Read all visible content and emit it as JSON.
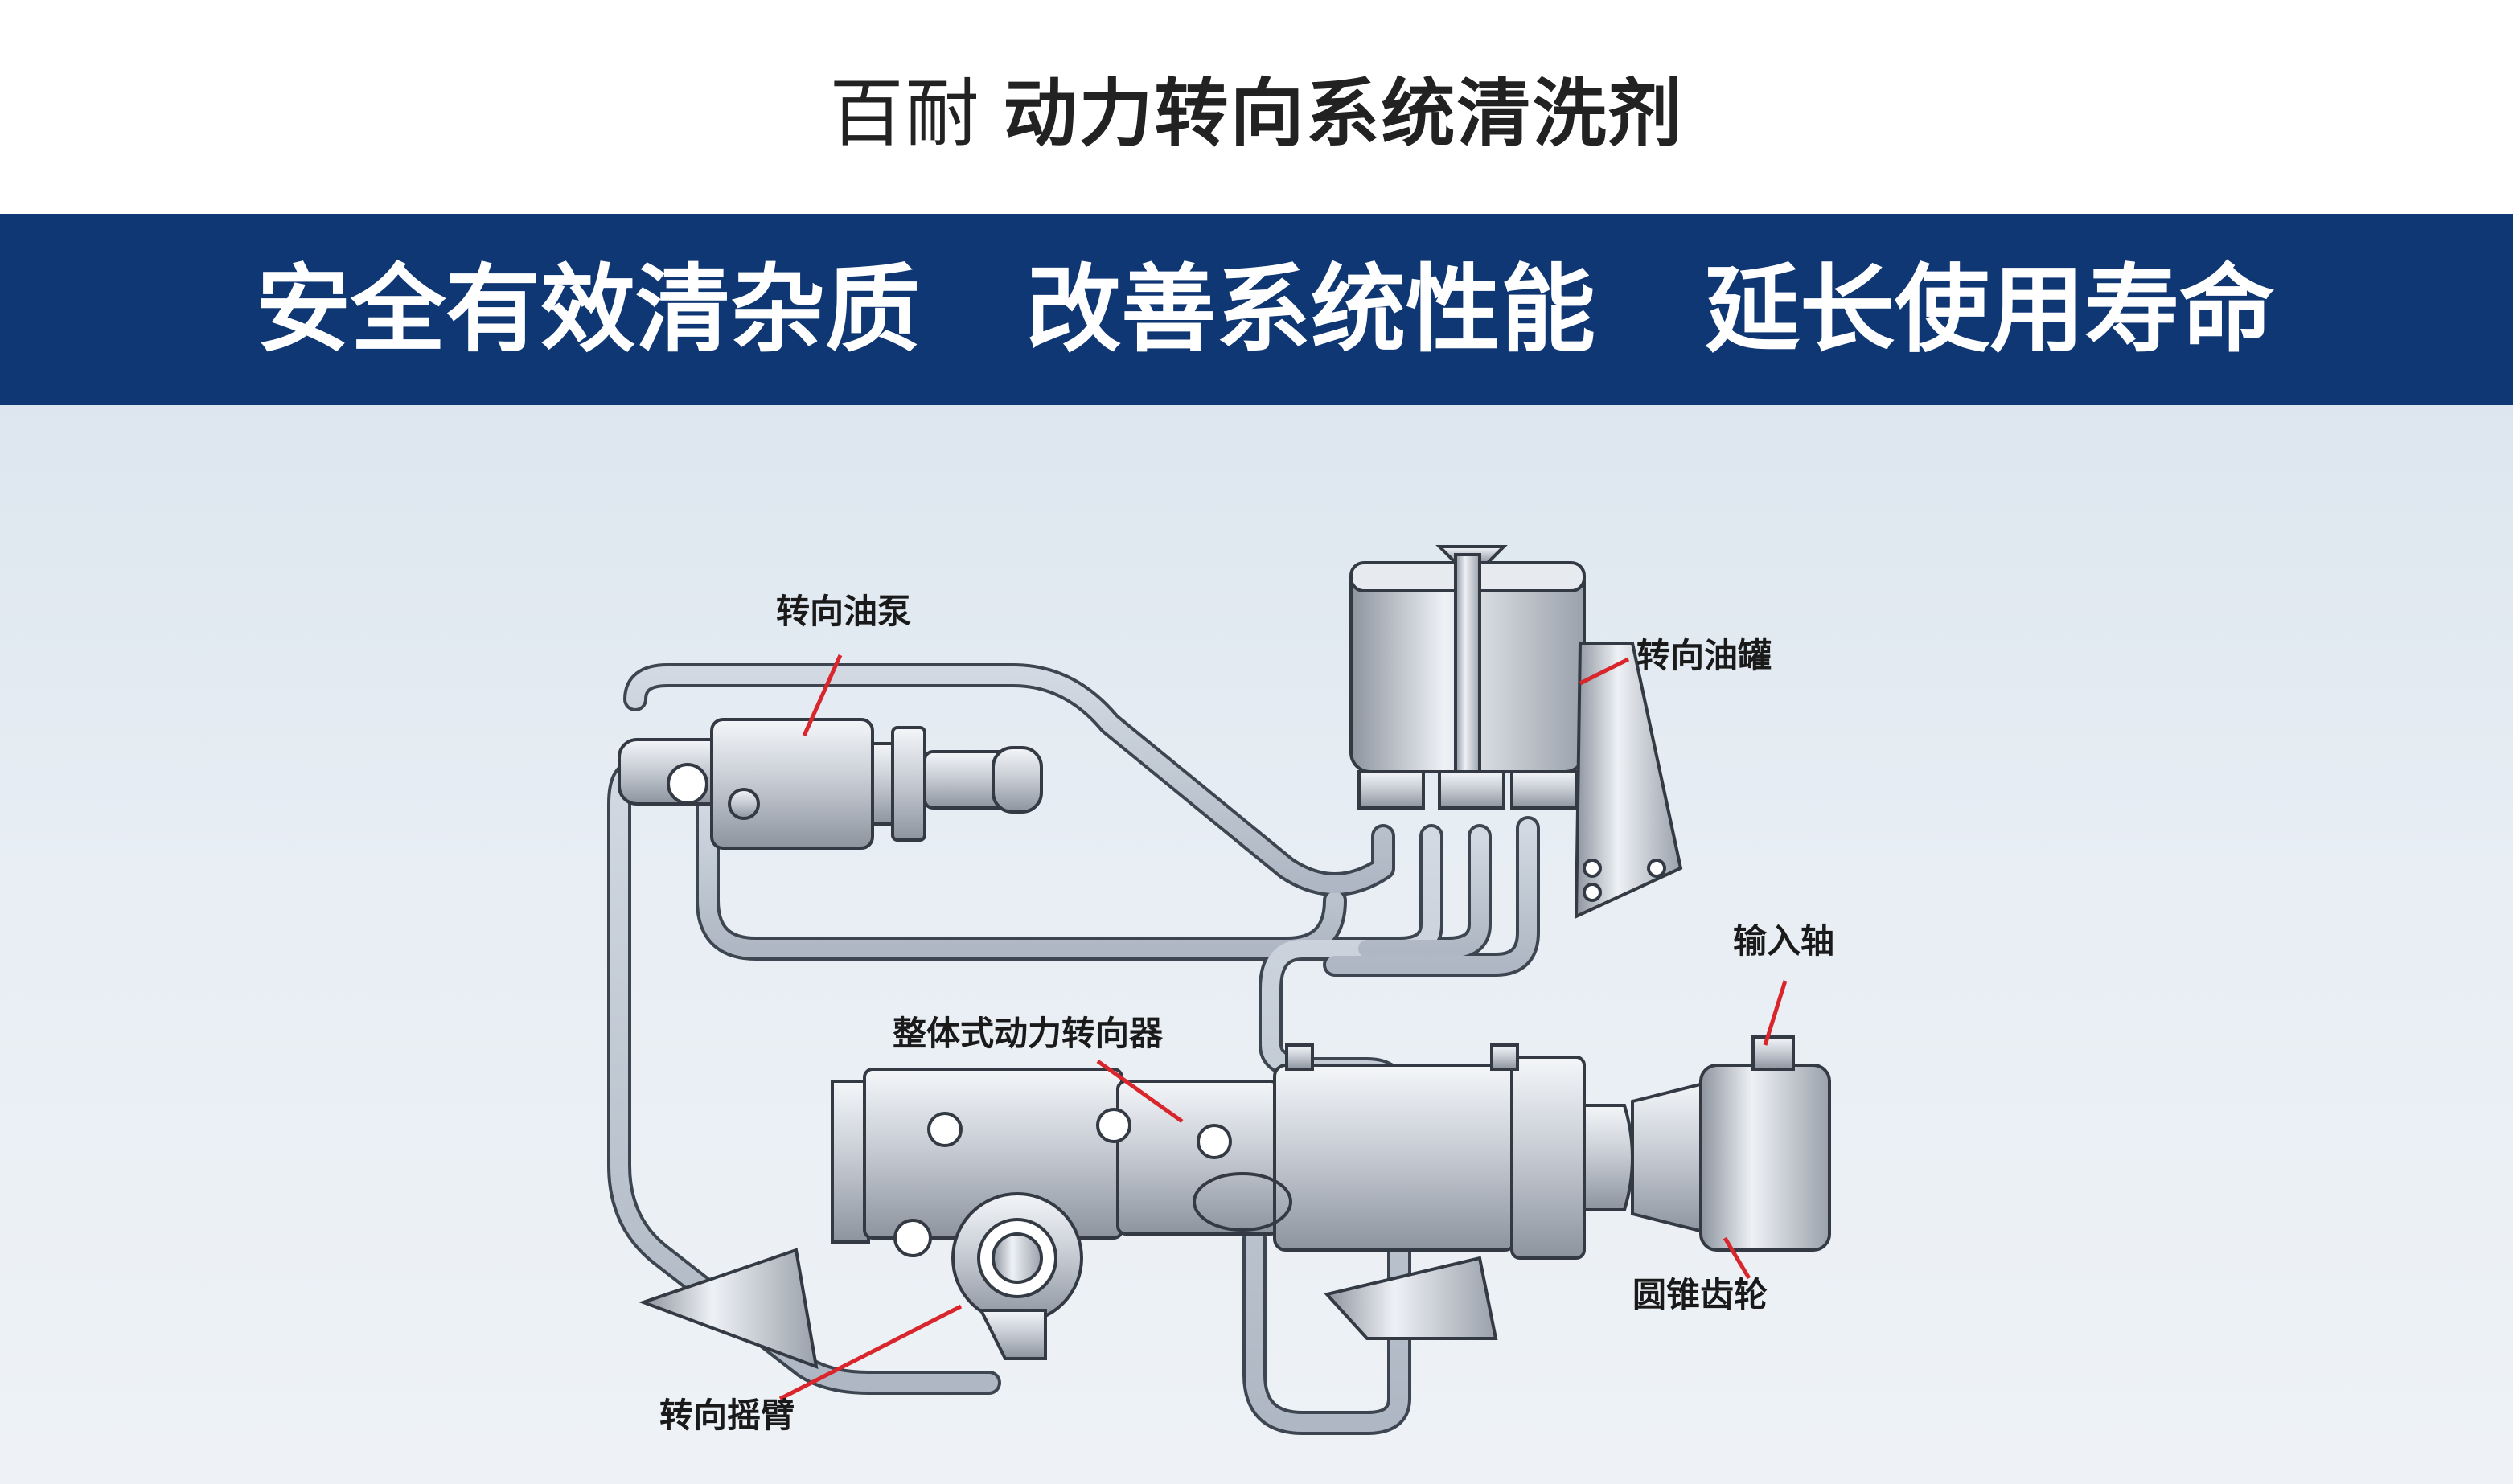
{
  "header": {
    "brand": "百耐",
    "product": "动力转向系统清洗剂"
  },
  "banner": {
    "slogans": [
      "安全有效清杂质",
      "改善系统性能",
      "延长使用寿命"
    ]
  },
  "diagram": {
    "labels": {
      "pump": "转向油泵",
      "tank": "转向油罐",
      "input_shaft": "输入轴",
      "gear": "整体式动力转向器",
      "bevel_gear": "圆锥齿轮",
      "pitman_arm": "转向摇臂"
    },
    "colors": {
      "banner": "#0f3774",
      "leader_line": "#d9262c",
      "pipe": "#b9c3cf"
    }
  }
}
